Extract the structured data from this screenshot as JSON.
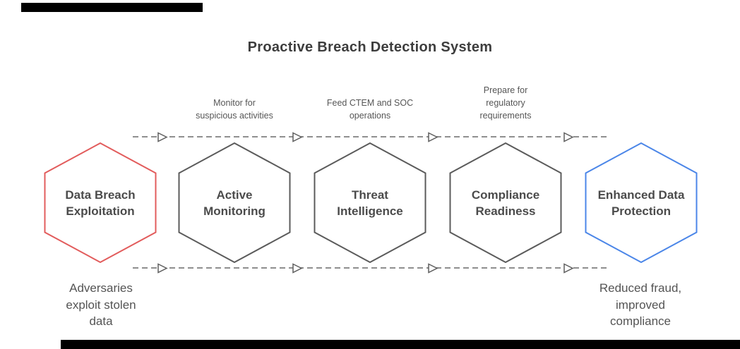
{
  "title": "Proactive Breach Detection System",
  "colors": {
    "stage_negative_border": "#e25c5c",
    "stage_neutral_border": "#5b5b5b",
    "stage_positive_border": "#4b86e8",
    "dash_line": "#8f8f8f",
    "arrowhead_stroke": "#5f5f5f",
    "text_dark": "#4b4b4b",
    "text_muted": "#565656"
  },
  "flow": {
    "stages": [
      {
        "name": "data-breach-exploitation",
        "label_lines": [
          "Data Breach",
          "Exploitation"
        ],
        "border_color": "#e25c5c"
      },
      {
        "name": "active-monitoring",
        "label_lines": [
          "Active",
          "Monitoring"
        ],
        "border_color": "#5b5b5b"
      },
      {
        "name": "threat-intelligence",
        "label_lines": [
          "Threat",
          "Intelligence"
        ],
        "border_color": "#5b5b5b"
      },
      {
        "name": "compliance-readiness",
        "label_lines": [
          "Compliance",
          "Readiness"
        ],
        "border_color": "#5b5b5b"
      },
      {
        "name": "enhanced-data-protection",
        "label_lines": [
          "Enhanced Data",
          "Protection"
        ],
        "border_color": "#4b86e8"
      }
    ],
    "arrow_labels": [
      {
        "lines": [
          "Monitor for",
          "suspicious activities"
        ]
      },
      {
        "lines": [
          "Feed CTEM and SOC",
          "operations"
        ]
      },
      {
        "lines": [
          "Prepare for",
          "regulatory",
          "requirements"
        ]
      }
    ],
    "captions": {
      "left_lines": [
        "Adversaries",
        "exploit stolen",
        "data"
      ],
      "right_lines": [
        "Reduced fraud,",
        "improved",
        "compliance"
      ]
    }
  }
}
